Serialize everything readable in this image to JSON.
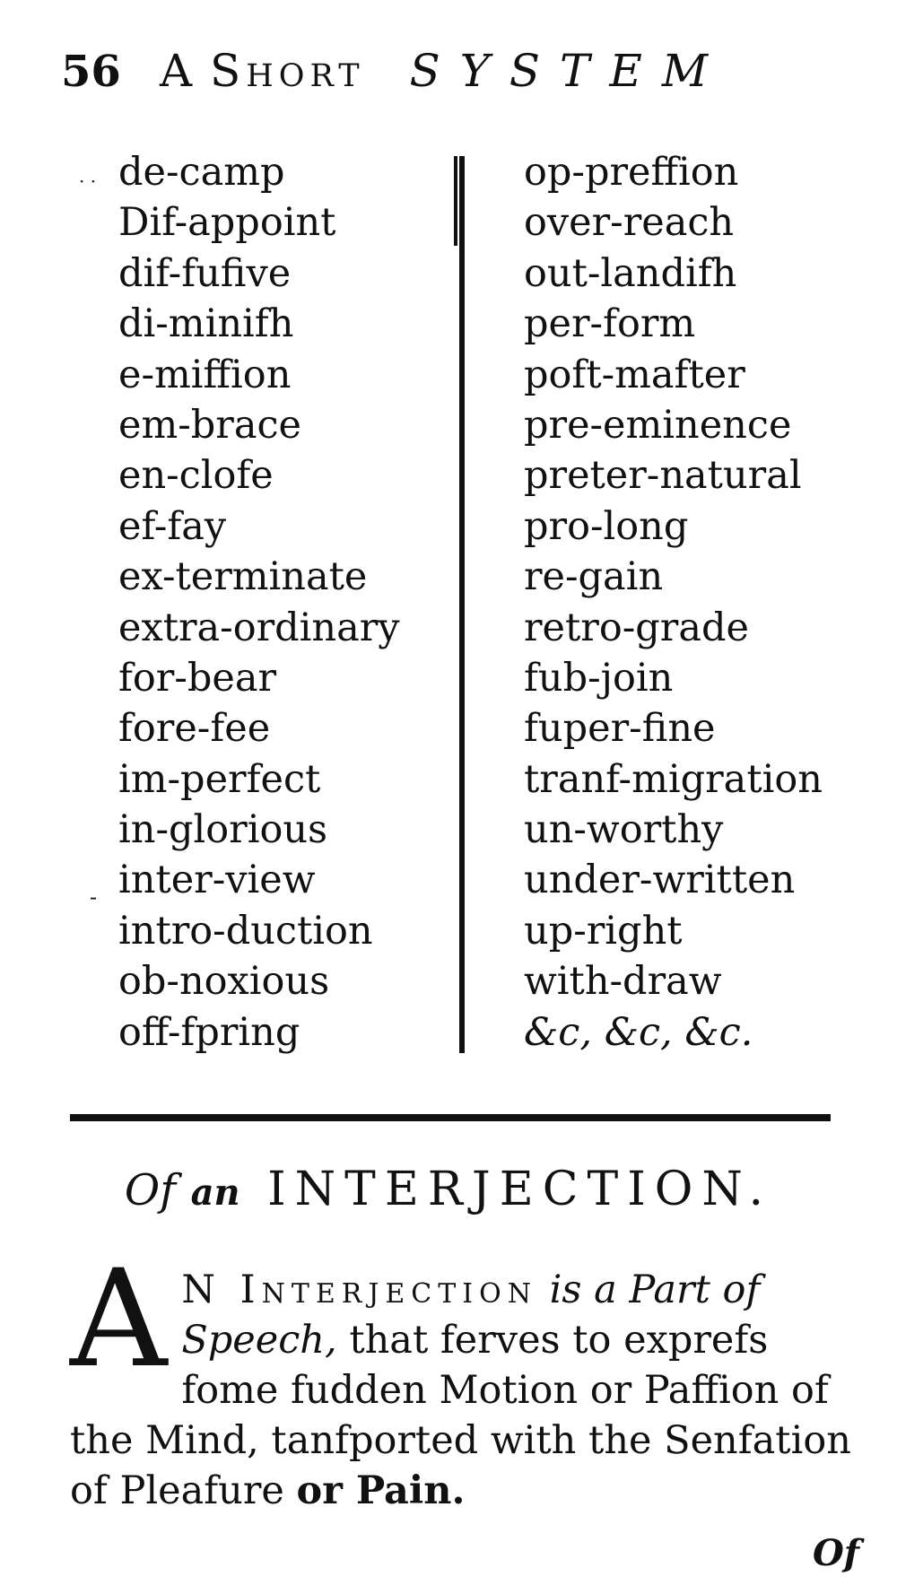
{
  "running_head": {
    "page_number": "56",
    "title_prefix": "A",
    "title_small_caps": "Short",
    "title_italic": "SYSTEM"
  },
  "columns": {
    "left": [
      "de-camp",
      "Dif-appoint",
      "dif-fufive",
      "di-minifh",
      "e-miffion",
      "em-brace",
      "en-clofe",
      "ef-fay",
      "ex-terminate",
      "extra-ordinary",
      "for-bear",
      "fore-fee",
      "im-perfect",
      "in-glorious",
      "inter-view",
      "intro-duction",
      "ob-noxious",
      "off-fpring"
    ],
    "right": [
      "op-preffion",
      "over-reach",
      "out-landifh",
      "per-form",
      "poft-mafter",
      "pre-eminence",
      "preter-natural",
      "pro-long",
      "re-gain",
      "retro-grade",
      "fub-join",
      "fuper-fine",
      "tranf-migration",
      "un-worthy",
      "under-written",
      "up-right",
      "with-draw",
      "&c, &c, &c."
    ]
  },
  "section": {
    "heading_of": "Of",
    "heading_an": "an",
    "heading_main": "INTERJECTION."
  },
  "body": {
    "dropcap": "A",
    "lead_small_caps": "N Interjection",
    "italic_phrase": "is a Part of Speech,",
    "rest": "that ferves to exprefs fome fudden Motion or Paffion of the Mind, tanfported with the Senfation of Pleafure",
    "final": "or Pain."
  },
  "catchword": "Of"
}
